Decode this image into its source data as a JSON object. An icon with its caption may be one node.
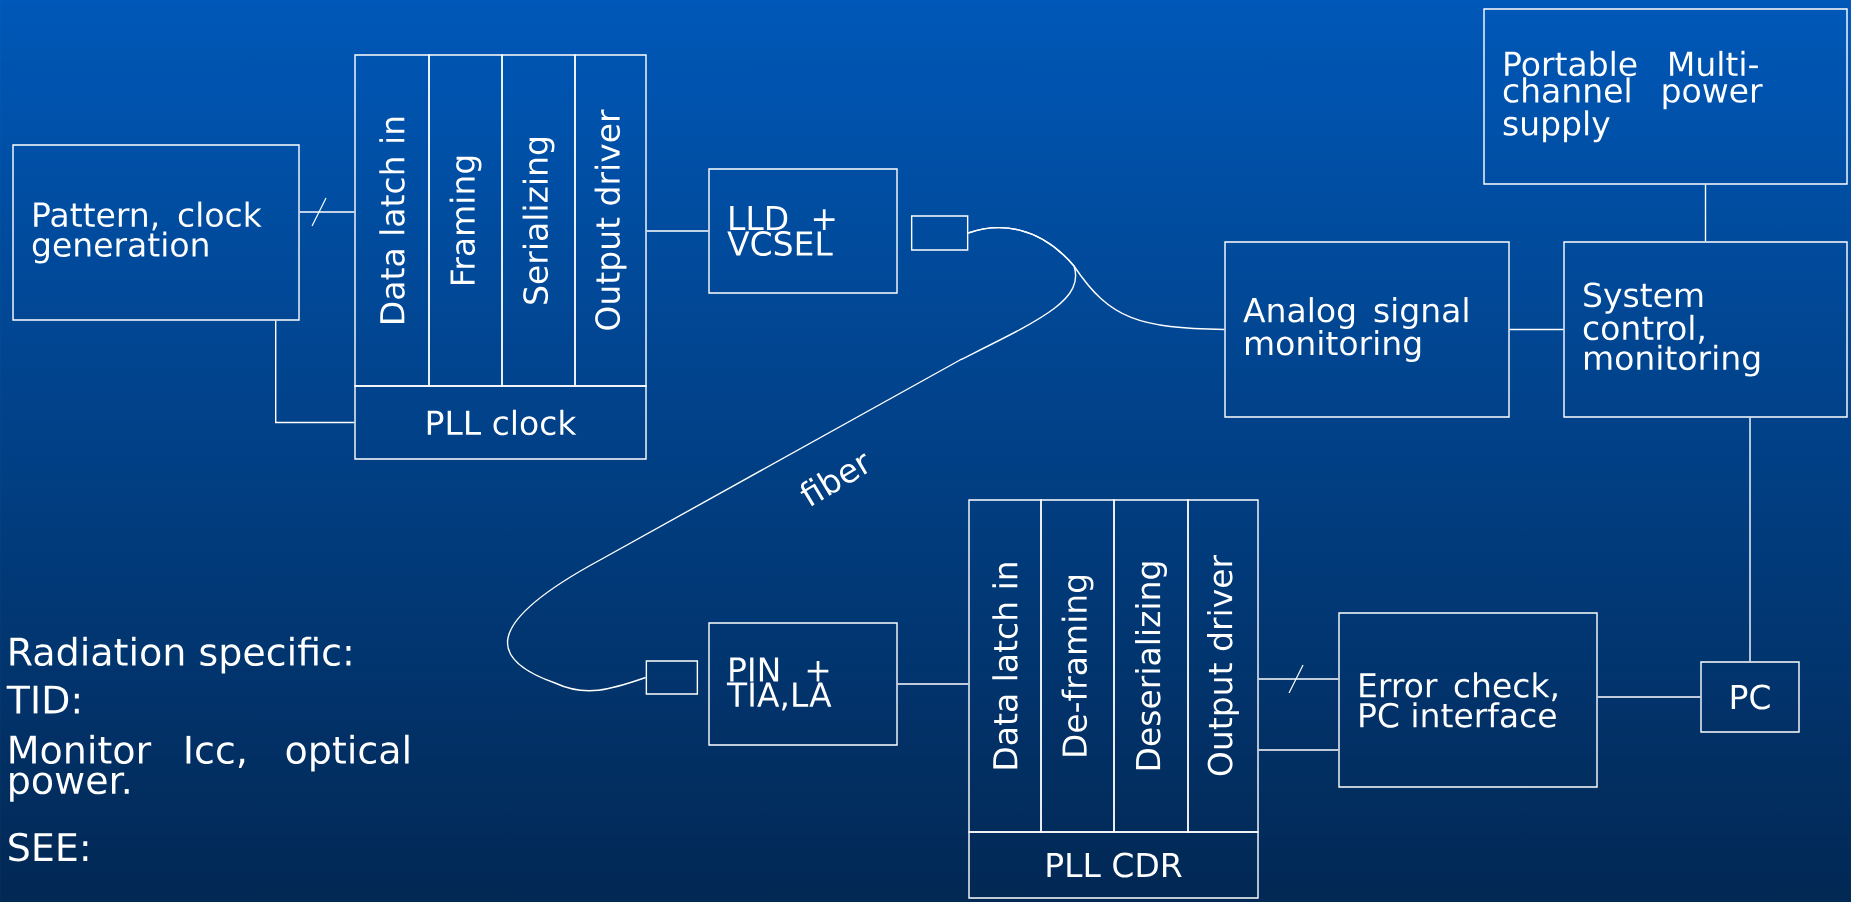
{
  "diagram": {
    "nodes": [
      {
        "text": [
          "Pattern, clock generation"
        ]
      },
      {
        "text": [
          "Data latch in"
        ]
      },
      {
        "text": [
          "Framing"
        ]
      },
      {
        "text": [
          "Serializing"
        ]
      },
      {
        "text": [
          "Output driver"
        ]
      },
      {
        "text": [
          "PLL clock"
        ]
      },
      {
        "text": [
          "LLD + VCSEL"
        ]
      },
      {
        "text": [],
        "shape": "cylinder"
      },
      {
        "text": [
          "Portable Multi-channel power supply"
        ]
      },
      {
        "text": [
          "Analog signal monitoring"
        ]
      },
      {
        "text": [
          "System control, monitoring"
        ]
      },
      {
        "text": [],
        "shape": "cylinder"
      },
      {
        "text": [
          "PIN + TIA,LA"
        ]
      },
      {
        "text": [
          "Data latch in"
        ]
      },
      {
        "text": [
          "De-framing"
        ]
      },
      {
        "text": [
          "Deserializing"
        ]
      },
      {
        "text": [
          "Output driver"
        ]
      },
      {
        "text": [
          "PLL CDR"
        ]
      },
      {
        "text": [
          "Error check, PC interface"
        ]
      },
      {
        "text": [
          "PC"
        ]
      }
    ],
    "edges": [
      {
        "from": 0,
        "to": 1,
        "arrow": "none"
      },
      {
        "from": 0,
        "to": 5,
        "arrow": "none"
      },
      {
        "from": 4,
        "to": 6,
        "arrow": "none"
      },
      {
        "from": 7,
        "to": 11,
        "arrow": "none",
        "label": "fiber"
      },
      {
        "from": 7,
        "to": 9,
        "arrow": "none"
      },
      {
        "from": 8,
        "to": 10,
        "arrow": "none"
      },
      {
        "from": 9,
        "to": 10,
        "arrow": "none"
      },
      {
        "from": 10,
        "to": 19,
        "arrow": "none"
      },
      {
        "from": 12,
        "to": 13,
        "arrow": "none"
      },
      {
        "from": 16,
        "to": 18,
        "arrow": "none"
      },
      {
        "from": 16,
        "to": 18,
        "arrow": "none"
      },
      {
        "from": 18,
        "to": 19,
        "arrow": "none"
      }
    ],
    "labels": [
      "Radiation specific:",
      "TID:",
      "Monitor Icc, optical power.",
      "SEE:"
    ]
  }
}
